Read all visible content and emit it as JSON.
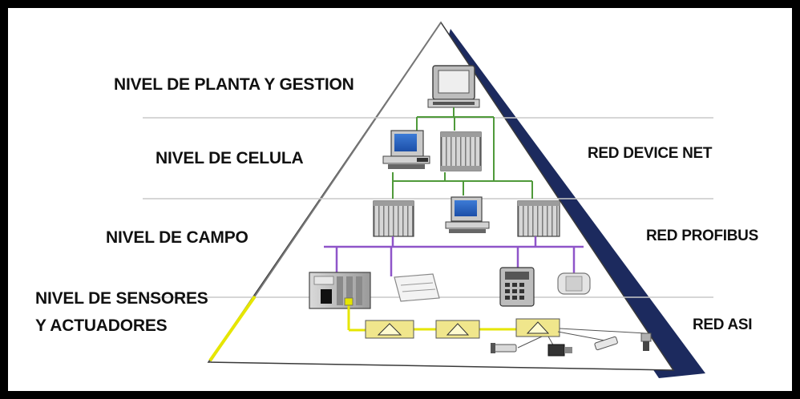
{
  "levels": {
    "plant": "NIVEL DE PLANTA Y GESTION",
    "cell": "NIVEL DE CELULA",
    "field": "NIVEL DE CAMPO",
    "sensors_line1": "NIVEL DE SENSORES",
    "sensors_line2": "Y ACTUADORES"
  },
  "networks": {
    "devicenet": "RED DEVICE NET",
    "profibus": "RED PROFIBUS",
    "asi": "RED ASI"
  },
  "colors": {
    "pyramid_shadow": "#1c2a5e",
    "upper_bus": "#4f9a3a",
    "profibus_bus": "#8f55c9",
    "asi_bus": "#e6e600",
    "divider": "#c9c9c9"
  }
}
